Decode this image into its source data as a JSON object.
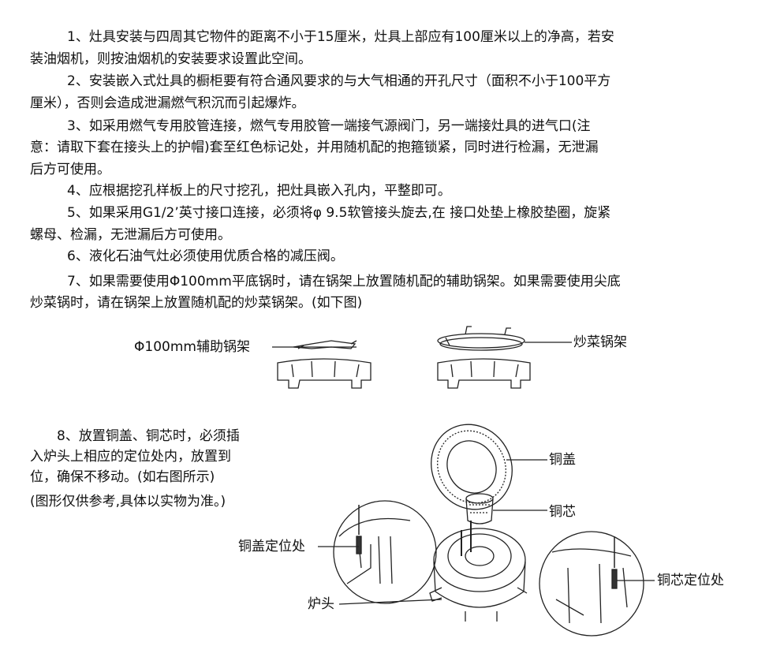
{
  "paragraphs": [
    {
      "lines": [
        "1、灶具安装与四周其它物件的距离不小于15厘米，灶具上部应有100厘米以上的净高，若安",
        "装油烟机，则按油烟机的安装要求设置此空间。"
      ]
    },
    {
      "lines": [
        "2、安装嵌入式灶具的橱柜要有符合通风要求的与大气相通的开孔尺寸（面积不小于100平方",
        "厘米），否则会造成泄漏燃气积沉而引起爆炸。"
      ]
    },
    {
      "lines": [
        "3、如采用燃气专用胶管连接，燃气专用胶管一端接气源阀门，另一端接灶具的进气口(注",
        "意：请取下套在接头上的护帽)套至红色标记处，并用随机配的抱箍锁紧，同时进行检漏，无泄漏",
        "后方可使用。"
      ]
    },
    {
      "lines": [
        "4、应根据挖孔样板上的尺寸挖孔，把灶具嵌入孔内，平整即可。"
      ]
    },
    {
      "lines": [
        "5、如果采用G1/2’英寸接口连接，必须将φ 9.5软管接头旋去,在 接口处垫上橡胶垫圈，旋紧",
        "螺母、检漏，无泄漏后方可使用。"
      ]
    },
    {
      "lines": [
        "6、液化石油气灶必须使用优质合格的减压阀。"
      ]
    },
    {
      "lines": [
        "7、如果需要使用Φ100mm平底锅时，请在锅架上放置随机配的辅助锅架。如果需要使用尖底",
        "炒菜锅时，请在锅架上放置随机配的炒菜锅架。(如下图)"
      ]
    }
  ],
  "figure1": {
    "aux_rack_label": "Φ100mm辅助锅架",
    "wok_rack_label": "炒菜锅架"
  },
  "section8": {
    "lines": [
      "8、放置铜盖、铜芯时，必须插",
      "入炉头上相应的定位处内，放置到",
      "位，确保不移动。(如右图所示)",
      "(图形仅供参考,具体以实物为准。)"
    ]
  },
  "figure2": {
    "cap_label": "铜盖",
    "core_label": "铜芯",
    "cap_locator_label": "铜盖定位处",
    "core_locator_label": "铜芯定位处",
    "burner_label": "炉头"
  }
}
